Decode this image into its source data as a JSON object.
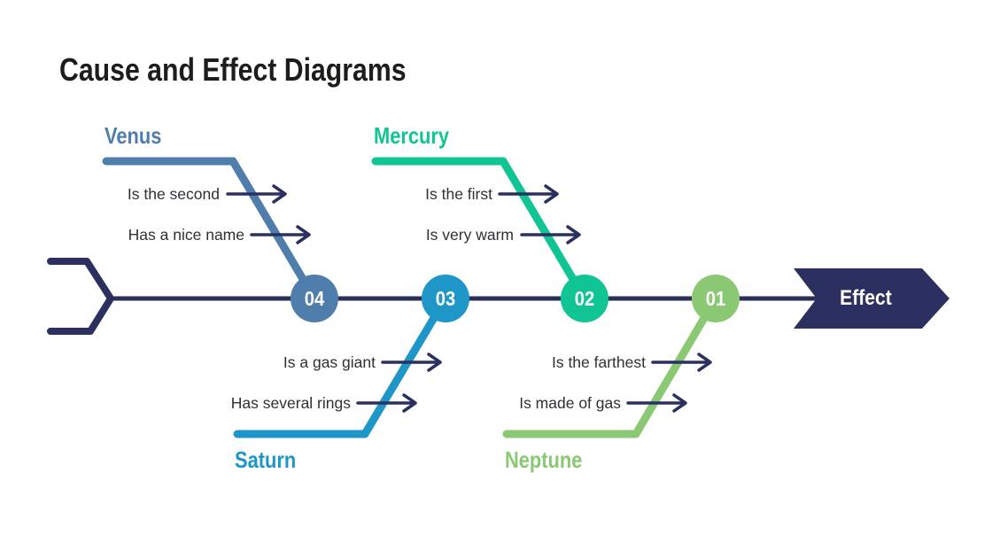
{
  "title": "Cause and Effect Diagrams",
  "effect": {
    "label": "Effect"
  },
  "colors": {
    "navy": "#2b3061",
    "spine": "#2a2f55",
    "background": "#ffffff",
    "title_text": "#1d1d1b",
    "cause_text": "#2f3038",
    "node_text": "#ffffff"
  },
  "branches": [
    {
      "name": "Venus",
      "number": "04",
      "side": "top",
      "color": "#4f7dac",
      "causes": [
        "Is the second",
        "Has a nice name"
      ]
    },
    {
      "name": "Mercury",
      "number": "02",
      "side": "top",
      "color": "#10c494",
      "causes": [
        "Is the first",
        "Is very warm"
      ]
    },
    {
      "name": "Saturn",
      "number": "03",
      "side": "bottom",
      "color": "#1e96c7",
      "causes": [
        "Is a gas giant",
        "Has several rings"
      ]
    },
    {
      "name": "Neptune",
      "number": "01",
      "side": "bottom",
      "color": "#8bc873",
      "causes": [
        "Is the farthest",
        "Is made of gas"
      ]
    }
  ]
}
